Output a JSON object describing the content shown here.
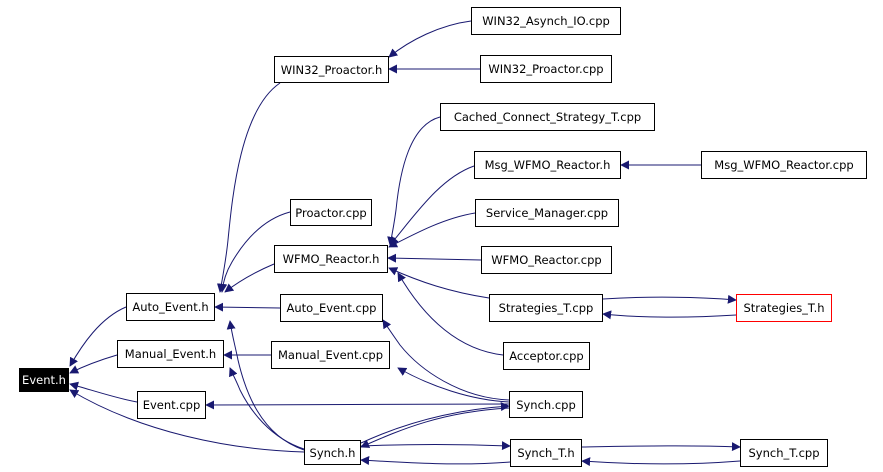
{
  "nodes": {
    "event_h": "Event.h",
    "auto_event_h": "Auto_Event.h",
    "manual_event_h": "Manual_Event.h",
    "event_cpp": "Event.cpp",
    "synch_h": "Synch.h",
    "win32_proactor_h": "WIN32_Proactor.h",
    "win32_asynch_io_cpp": "WIN32_Asynch_IO.cpp",
    "win32_proactor_cpp": "WIN32_Proactor.cpp",
    "proactor_cpp": "Proactor.cpp",
    "wfmo_reactor_h": "WFMO_Reactor.h",
    "auto_event_cpp": "Auto_Event.cpp",
    "manual_event_cpp": "Manual_Event.cpp",
    "cached_connect_strategy_t_cpp": "Cached_Connect_Strategy_T.cpp",
    "msg_wfmo_reactor_h": "Msg_WFMO_Reactor.h",
    "msg_wfmo_reactor_cpp": "Msg_WFMO_Reactor.cpp",
    "service_manager_cpp": "Service_Manager.cpp",
    "wfmo_reactor_cpp": "WFMO_Reactor.cpp",
    "strategies_t_cpp": "Strategies_T.cpp",
    "strategies_t_h": "Strategies_T.h",
    "acceptor_cpp": "Acceptor.cpp",
    "synch_cpp": "Synch.cpp",
    "synch_t_h": "Synch_T.h",
    "synch_t_cpp": "Synch_T.cpp"
  },
  "colors": {
    "edge": "#191970",
    "root_fill": "#000000",
    "root_text": "#ffffff",
    "highlight_border": "#ff0000"
  }
}
